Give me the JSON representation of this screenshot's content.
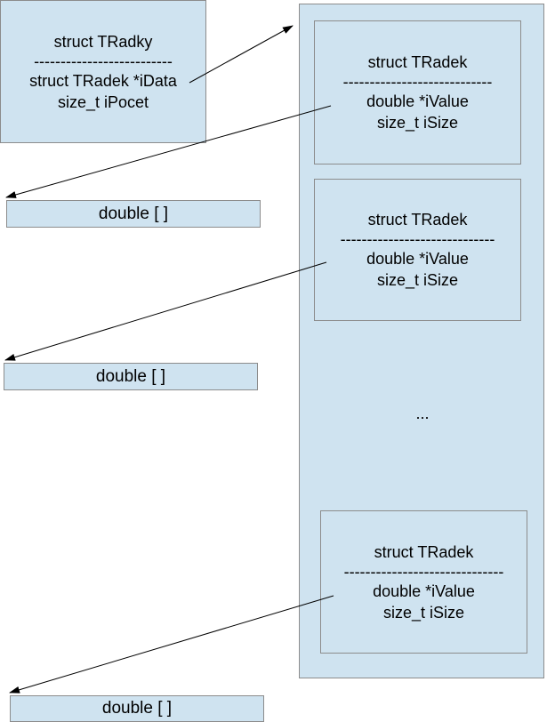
{
  "header": {
    "title": "struct TRadky",
    "separator": "--------------------------",
    "fields": [
      "struct TRadek *iData",
      "size_t iPocet"
    ]
  },
  "rows": [
    {
      "title": "struct TRadek",
      "separator": "----------------------------",
      "fields": [
        "double *iValue",
        "size_t iSize"
      ]
    },
    {
      "title": "struct TRadek",
      "separator": "-----------------------------",
      "fields": [
        "double *iValue",
        "size_t iSize"
      ]
    },
    {
      "title": "struct TRadek",
      "separator": "------------------------------",
      "fields": [
        "double *iValue",
        "size_t iSize"
      ]
    }
  ],
  "ellipsis": "...",
  "arrays": [
    {
      "label": "double [ ]"
    },
    {
      "label": "double [ ]"
    },
    {
      "label": "double [ ]"
    }
  ],
  "colors": {
    "box_fill": "#cfe3f0",
    "box_border": "#8c8c8c",
    "arrow": "#000000"
  }
}
